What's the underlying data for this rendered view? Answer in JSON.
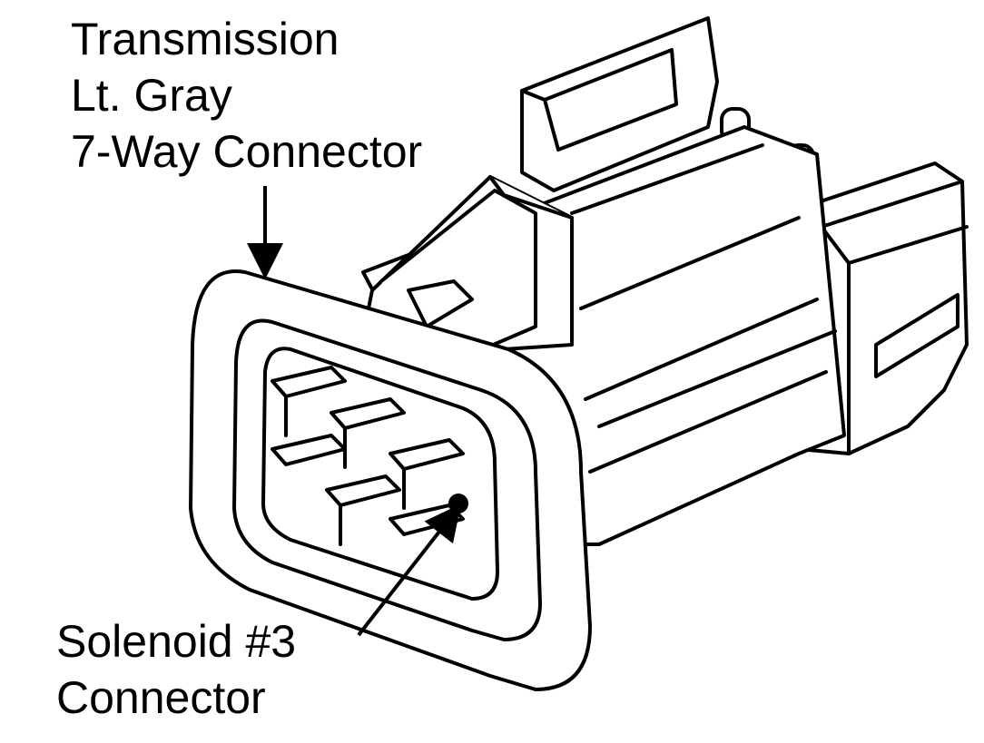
{
  "labels": {
    "connector": [
      "Transmission",
      "Lt. Gray",
      "7-Way Connector"
    ],
    "solenoid": [
      "Solenoid #3",
      "Connector"
    ]
  },
  "icons": {
    "connector": "electrical-connector-icon",
    "arrow": "arrow-icon",
    "pin": "pin-icon"
  },
  "colors": {
    "ink": "#000000",
    "paper": "#ffffff"
  }
}
